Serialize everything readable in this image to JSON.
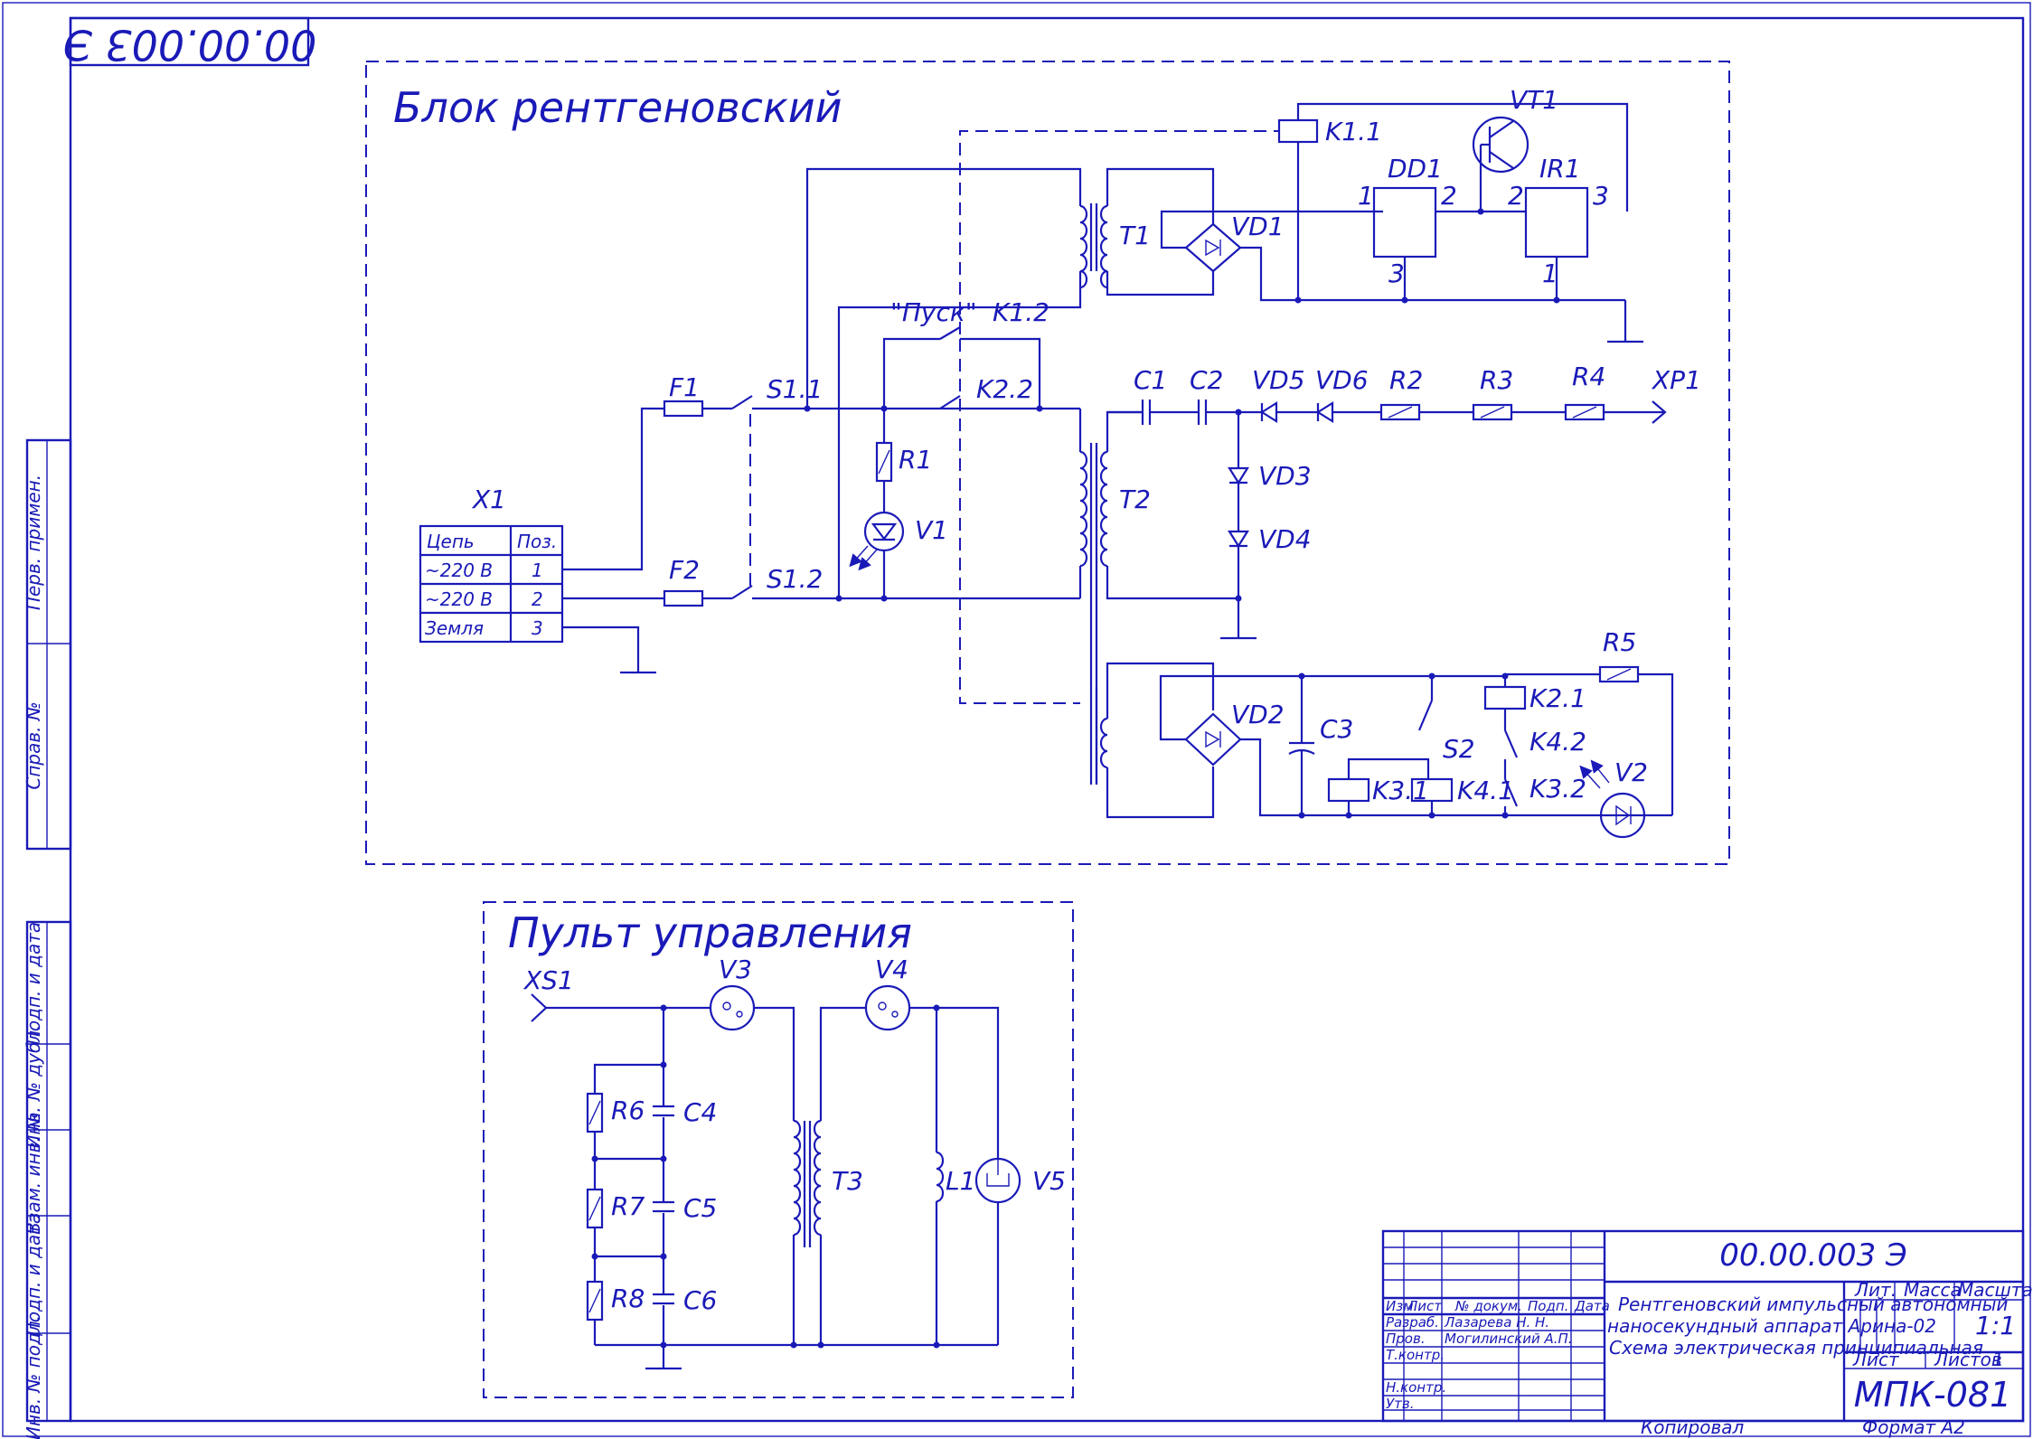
{
  "stamp": {
    "doc_code_rotated": "00.00.003 Э"
  },
  "blocks": {
    "xray_title": "Блок рентгеновский",
    "control_title": "Пульт управления"
  },
  "connector_table": {
    "ref": "X1",
    "headers": [
      "Цепь",
      "Поз."
    ],
    "rows": [
      {
        "circuit": "~220 В",
        "pos": "1"
      },
      {
        "circuit": "~220 В",
        "pos": "2"
      },
      {
        "circuit": "Земля",
        "pos": "3"
      }
    ]
  },
  "components": {
    "F1": "F1",
    "F2": "F2",
    "S11": "S1.1",
    "S12": "S1.2",
    "pusk": "\"Пуск\"",
    "K12": "K1.2",
    "K22": "K2.2",
    "K11": "K1.1",
    "R1": "R1",
    "V1": "V1",
    "T1": "T1",
    "T2": "T2",
    "VD1": "VD1",
    "DD1": "DD1",
    "IR1": "IR1",
    "VT1": "VT1",
    "C1": "C1",
    "C2": "C2",
    "VD5": "VD5",
    "VD6": "VD6",
    "R2": "R2",
    "R3": "R3",
    "R4": "R4",
    "XP1": "XP1",
    "VD3": "VD3",
    "VD4": "VD4",
    "VD2": "VD2",
    "C3": "C3",
    "S2": "S2",
    "K31": "K3.1",
    "K41": "K4.1",
    "K21": "K2.1",
    "K42": "K4.2",
    "K32": "K3.2",
    "R5": "R5",
    "V2": "V2",
    "XS1": "XS1",
    "V3": "V3",
    "V4": "V4",
    "V5": "V5",
    "L1": "L1",
    "T3": "T3",
    "R6": "R6",
    "R7": "R7",
    "R8": "R8",
    "C4": "C4",
    "C5": "C5",
    "C6": "C6"
  },
  "pins": {
    "dd1_in": "1",
    "dd1_out": "2",
    "dd1_gnd": "3",
    "ir1_in": "2",
    "ir1_out": "3",
    "ir1_gnd": "1"
  },
  "side_strip": [
    "Перв. примен.",
    "Справ. №",
    "Подп. и дата",
    "Инв. № дубл.",
    "Взам. инв. №",
    "Подп. и дата",
    "Инв. № подл."
  ],
  "title_block": {
    "code": "00.00.003 Э",
    "cols": [
      "Изм.",
      "Лист",
      "№ докум.",
      "Подп.",
      "Дата"
    ],
    "roles": [
      "Разраб.",
      "Пров.",
      "Т.контр.",
      "",
      "Н.контр.",
      "Утв."
    ],
    "names": [
      "Лазарева Н. Н.",
      "Могилинский А.П.",
      "",
      "",
      "",
      ""
    ],
    "description": [
      "Рентгеновский импульсный автономный",
      "наносекундный аппарат Арина-02",
      "Схема электрическая принципиальная"
    ],
    "lit": "Лит.",
    "mass": "Масса",
    "scale_label": "Масштаб",
    "scale_value": "1:1",
    "sheet": "Лист",
    "sheets": "Листов",
    "sheets_value": "1",
    "org": "МПК-081",
    "copied": "Копировал",
    "format": "Формат А2"
  }
}
